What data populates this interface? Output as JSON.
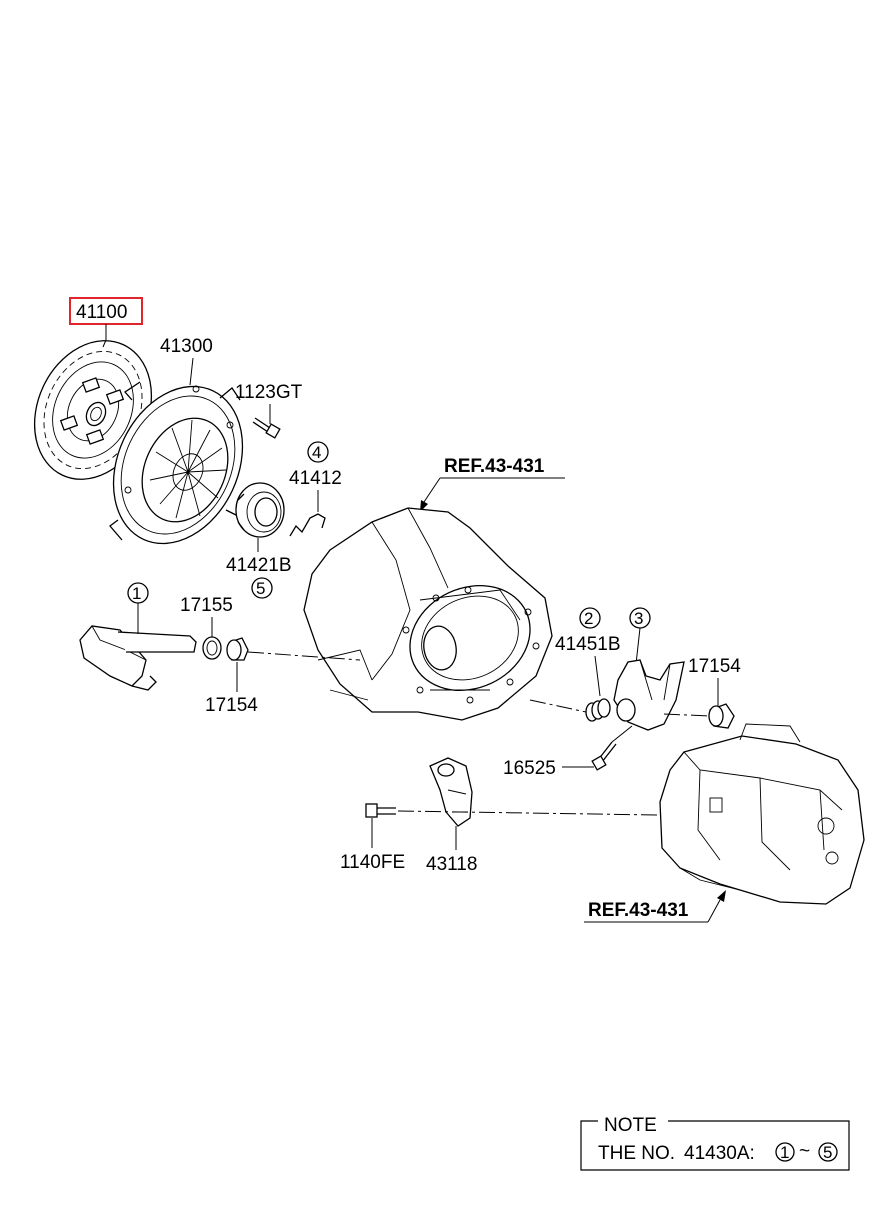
{
  "parts": {
    "p41100": "41100",
    "p41300": "41300",
    "p1123GT": "1123GT",
    "p41412": "41412",
    "p41421B": "41421B",
    "p17155": "17155",
    "p17154_left": "17154",
    "p41451B": "41451B",
    "p17154_right": "17154",
    "p16525": "16525",
    "p1140FE": "1140FE",
    "p43118": "43118"
  },
  "refs": {
    "top": "REF.43-431",
    "bottom": "REF.43-431"
  },
  "callouts": {
    "c1": "1",
    "c2": "2",
    "c3": "3",
    "c4": "4",
    "c5": "5"
  },
  "note": {
    "title": "NOTE",
    "prefix": "THE NO.",
    "code": "41430A:",
    "range_start": "1",
    "tilde": "~",
    "range_end": "5"
  },
  "colors": {
    "highlight": "#e0262b",
    "ink": "#000000"
  }
}
